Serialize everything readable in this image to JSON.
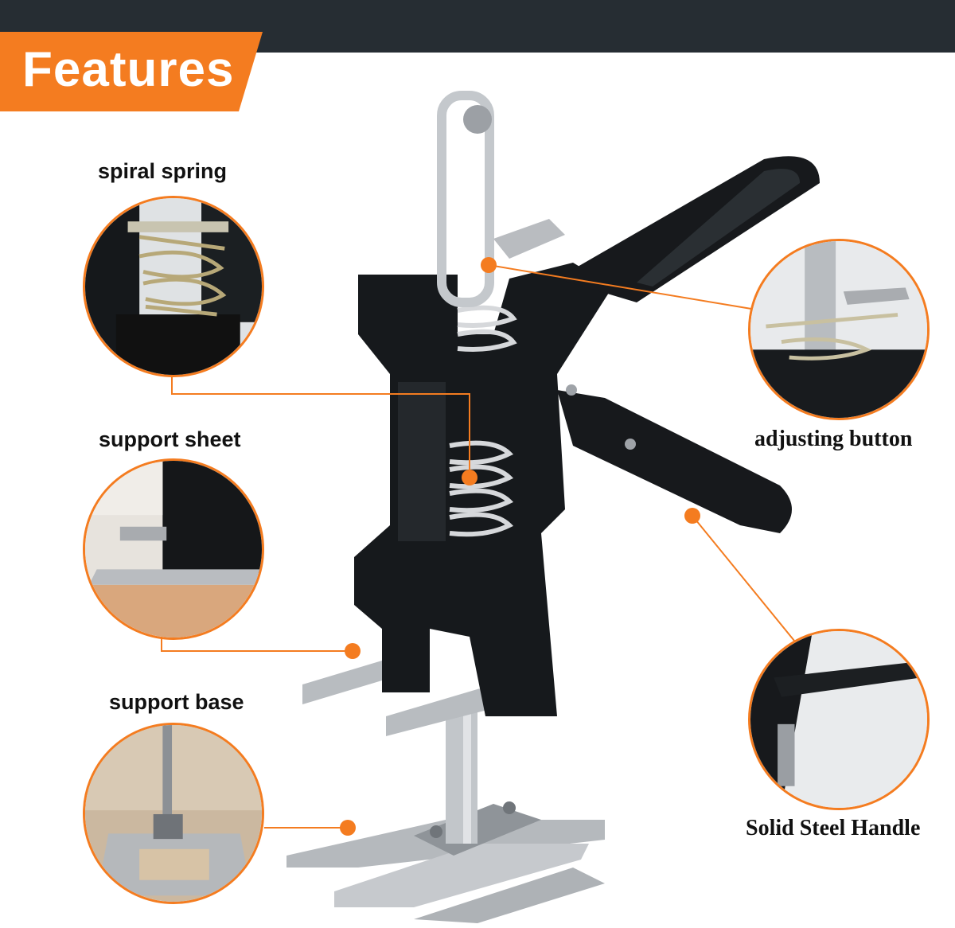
{
  "header": {
    "title": "Features"
  },
  "labels": {
    "spiral_spring": "spiral spring",
    "support_sheet": "support sheet",
    "support_base": "support base",
    "adjusting_button": "adjusting button",
    "solid_steel_handle": "Solid Steel Handle"
  },
  "colors": {
    "accent": "#f47c20",
    "header_bar": "#262d33",
    "tool_body": "#16191c",
    "steel": "#c9ccd0"
  }
}
